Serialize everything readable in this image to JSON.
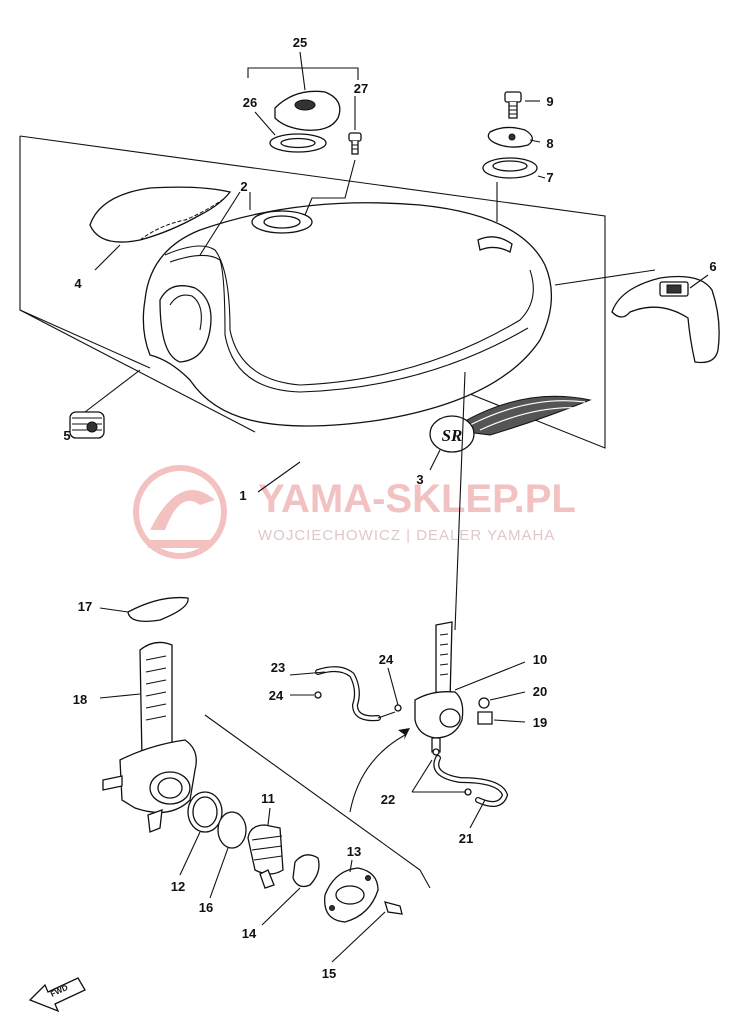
{
  "watermark": {
    "main": "YAMA-SKLEP.PL",
    "sub": "WOJCIECHOWICZ | DEALER YAMAHA"
  },
  "emblem_text": "SR",
  "fwd_label": "FWD",
  "callouts": [
    "1",
    "2",
    "3",
    "4",
    "5",
    "6",
    "7",
    "8",
    "9",
    "10",
    "11",
    "12",
    "13",
    "14",
    "15",
    "16",
    "17",
    "18",
    "19",
    "20",
    "21",
    "22",
    "23",
    "24",
    "25",
    "26",
    "27"
  ],
  "callout_24b": "24"
}
